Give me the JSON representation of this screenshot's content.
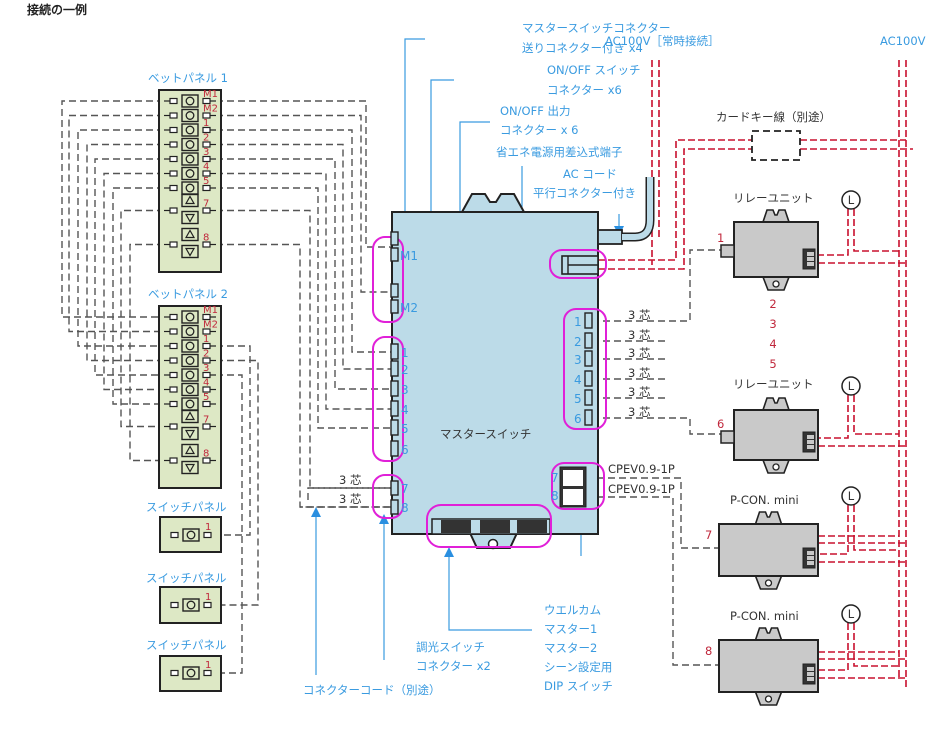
{
  "title": "接続の一例",
  "colors": {
    "label_blue": "#3a9be0",
    "power_red": "#c8102e",
    "callout_magenta": "#e020d8",
    "panel_fill": "#dde8c5",
    "master_fill": "#bcdbe8",
    "unit_fill": "#c9c9c9"
  },
  "bed_panels": [
    {
      "label": "ベットパネル 1",
      "buttons": [
        {
          "id": "M1",
          "icon": "circle"
        },
        {
          "id": "M2",
          "icon": "circle"
        },
        {
          "id": "1",
          "icon": "circle"
        },
        {
          "id": "2",
          "icon": "circle"
        },
        {
          "id": "3",
          "icon": "circle"
        },
        {
          "id": "4",
          "icon": "circle"
        },
        {
          "id": "5",
          "icon": "circle"
        },
        {
          "id": "7",
          "icon": "up-down"
        },
        {
          "id": "8",
          "icon": "up-down"
        }
      ]
    },
    {
      "label": "ベットパネル 2",
      "buttons": [
        {
          "id": "M1",
          "icon": "circle"
        },
        {
          "id": "M2",
          "icon": "circle"
        },
        {
          "id": "1",
          "icon": "circle"
        },
        {
          "id": "2",
          "icon": "circle"
        },
        {
          "id": "3",
          "icon": "circle"
        },
        {
          "id": "4",
          "icon": "circle"
        },
        {
          "id": "5",
          "icon": "circle"
        },
        {
          "id": "7",
          "icon": "up-down"
        },
        {
          "id": "8",
          "icon": "up-down"
        }
      ]
    }
  ],
  "switch_panels": [
    {
      "label": "スイッチパネル",
      "button_id": "1"
    },
    {
      "label": "スイッチパネル",
      "button_id": "1"
    },
    {
      "label": "スイッチパネル",
      "button_id": "1"
    }
  ],
  "master_switch": {
    "label": "マスタースイッチ",
    "left_master_connectors": [
      "M1",
      "M2"
    ],
    "left_onoff_connectors": [
      "1",
      "2",
      "3",
      "4",
      "5",
      "6"
    ],
    "left_dimmer_connectors": [
      "7",
      "8"
    ],
    "right_output_connectors": [
      "1",
      "2",
      "3",
      "4",
      "5",
      "6"
    ],
    "right_cpev_connectors": [
      "7",
      "8"
    ]
  },
  "wire_labels": {
    "three_core": "3 芯",
    "cpev": "CPEV0.9-1P"
  },
  "annotations": {
    "master_connector": [
      "マスタースイッチコネクター",
      "送りコネクター付き x4"
    ],
    "onoff_switch_connector": [
      "ON/OFF スイッチ",
      "コネクター x6"
    ],
    "onoff_output_connector": [
      "ON/OFF 出力",
      "コネクター x 6"
    ],
    "energy_terminal": "省エネ電源用差込式端子",
    "ac_cord": [
      "AC コード",
      "平行コネクター付き"
    ],
    "dimmer_connector": [
      "調光スイッチ",
      "コネクター x2"
    ],
    "connector_cord": "コネクターコード（別途）",
    "dip_switch": [
      "ウエルカム",
      "マスター1",
      "マスター2",
      "シーン設定用",
      "DIP スイッチ"
    ]
  },
  "power": {
    "ac_always": "AC100V［常時接続］",
    "ac": "AC100V",
    "card_key": "カードキー線（別途）"
  },
  "units": [
    {
      "label": "リレーユニット",
      "channel": "1",
      "load": "L"
    },
    {
      "label": "リレーユニット",
      "channel": "6",
      "load": "L"
    },
    {
      "label": "P-CON. mini",
      "channel": "7",
      "load": "L"
    },
    {
      "label": "P-CON. mini",
      "channel": "8",
      "load": "L"
    }
  ],
  "omitted_channels": [
    "2",
    "3",
    "4",
    "5"
  ]
}
